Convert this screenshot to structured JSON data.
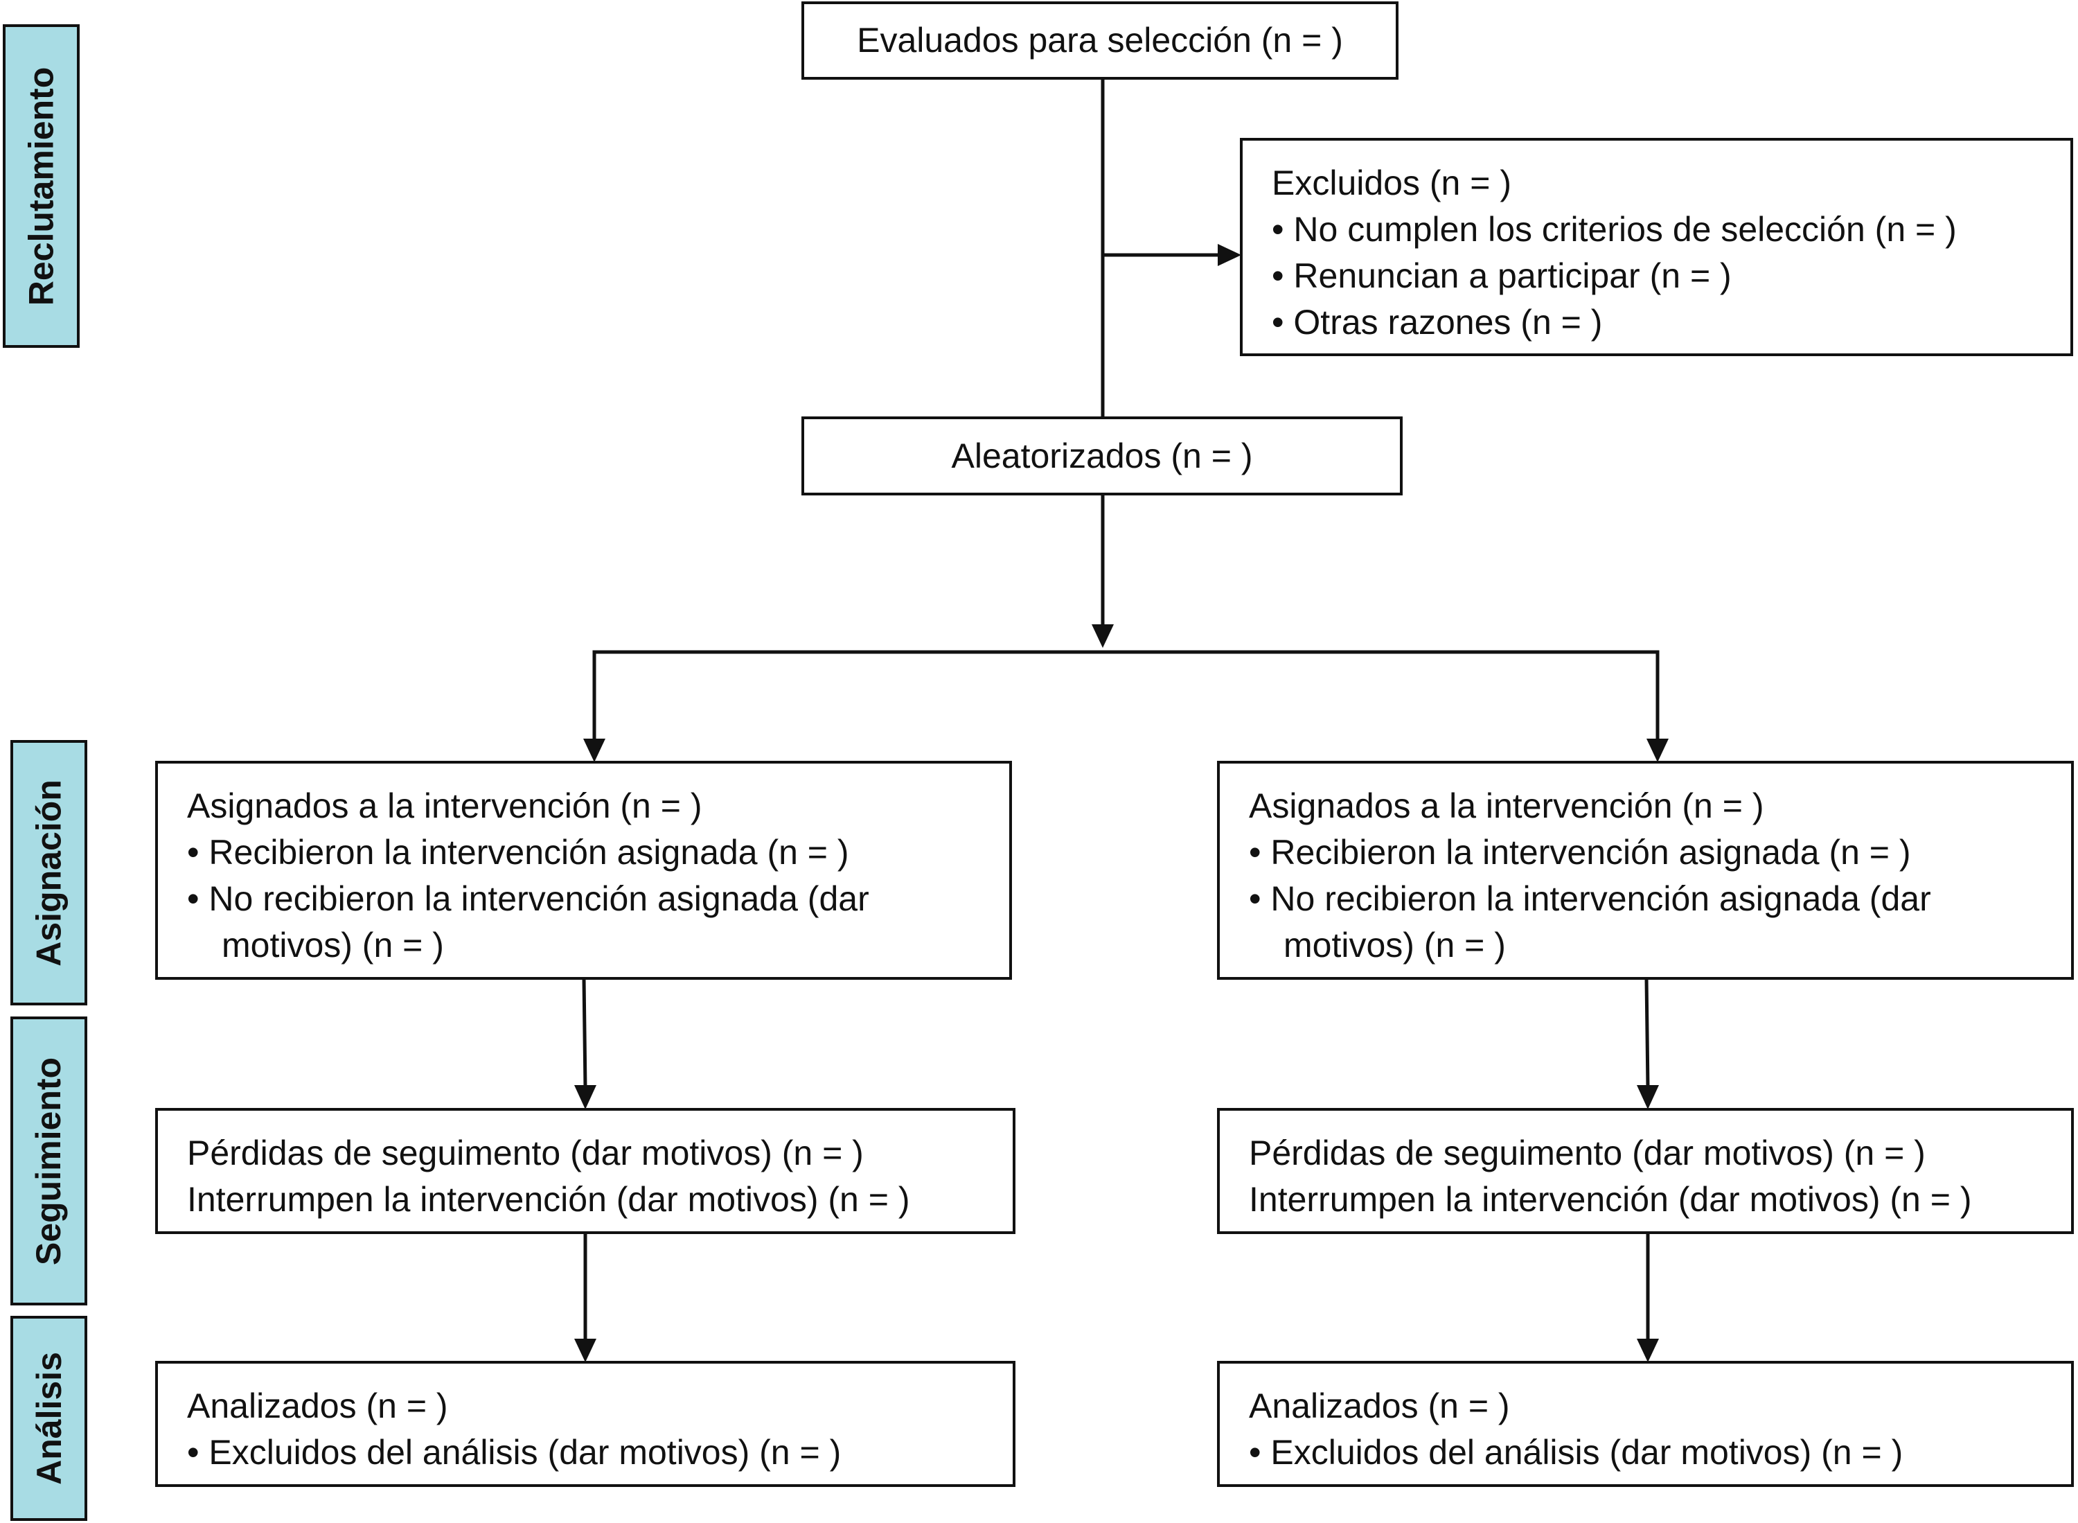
{
  "phases": {
    "recruitment": "Reclutamiento",
    "allocation": "Asignación",
    "follow_up": "Seguimiento",
    "analysis": "Análisis"
  },
  "assessed": "Evaluados para selección (n = )",
  "excluded": {
    "title": "Excluidos (n = )",
    "items": [
      "No cumplen los criterios de selección (n = )",
      "Renuncian a participar (n = )",
      "Otras razones (n = )"
    ]
  },
  "randomized": "Aleatorizados (n = )",
  "arms": [
    {
      "allocated": "Asignados a la intervención (n = )",
      "received": "Recibieron la intervención asignada (n = )",
      "not_received": "No recibieron la intervención asignada (dar",
      "not_received_cont": "motivos) (n = )",
      "lost": "Pérdidas de seguimento (dar motivos) (n = )",
      "discontinued": "Interrumpen la intervención (dar motivos) (n = )",
      "analysed": "Analizados  (n = )",
      "excluded_analysis": "Excluidos del análisis (dar motivos) (n = )"
    },
    {
      "allocated": "Asignados a la intervención (n = )",
      "received": "Recibieron la intervención asignada (n = )",
      "not_received": "No recibieron la intervención asignada (dar",
      "not_received_cont": "motivos) (n = )",
      "lost": "Pérdidas de seguimento (dar motivos) (n = )",
      "discontinued": "Interrumpen la intervención (dar motivos) (n = )",
      "analysed": "Analizados  (n = )",
      "excluded_analysis": "Excluidos del análisis (dar motivos) (n = )"
    }
  ],
  "colors": {
    "phase_fill": "#a8dce4",
    "line": "#111111",
    "box_fill": "#ffffff"
  }
}
